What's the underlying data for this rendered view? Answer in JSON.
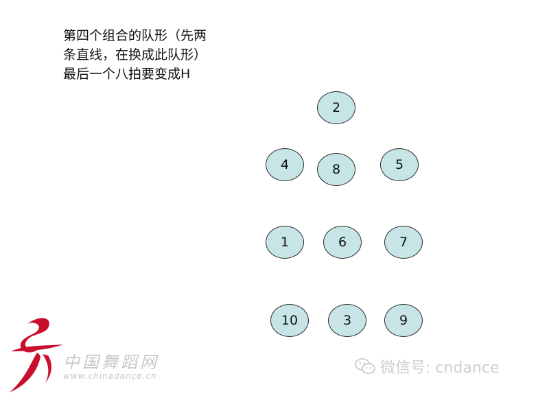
{
  "caption": {
    "line1": "第四个组合的队形（先两",
    "line2": "条直线，在换成此队形）",
    "line3": "最后一个八拍要变成H"
  },
  "dancers": [
    "2",
    "4",
    "8",
    "5",
    "1",
    "6",
    "7",
    "10",
    "3",
    "9"
  ],
  "colors": {
    "circle_fill": "#c7e4e6",
    "circle_stroke": "#2a2a2a",
    "logo_red": "#c8102e"
  },
  "logo": {
    "text": "中国舞蹈网",
    "url": "www.chinadance.cn"
  },
  "watermark": {
    "icon": "wechat-icon",
    "text": "微信号: cndance"
  }
}
